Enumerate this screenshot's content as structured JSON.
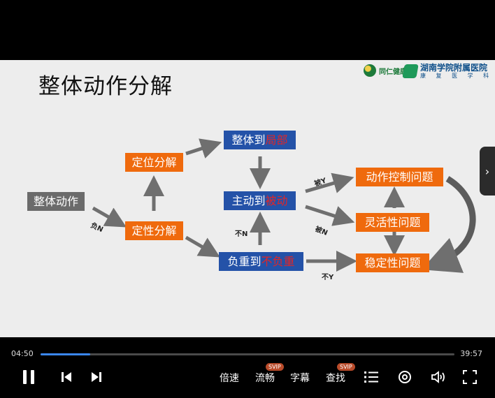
{
  "slide": {
    "title": "整体动作分解",
    "logo_left_text": "同仁健康",
    "logo_right_text": "湖南学院附属医院",
    "logo_right_sub": "康 复 医 学 科"
  },
  "diagram": {
    "overall": "整体动作",
    "positioning": "定位分解",
    "qualitative": "定性分解",
    "whole_to_part_a": "整体到",
    "whole_to_part_b": "局部",
    "active_to_passive_a": "主动到",
    "active_to_passive_b": "被动",
    "load_to_noload_a": "负重到",
    "load_to_noload_b": "不负重",
    "motor_control": "动作控制问题",
    "flexibility": "灵活性问题",
    "stability": "稳定性问题",
    "label_fuN": "负N",
    "label_buN": "不N",
    "label_beiY": "被Y",
    "label_beiN": "被N",
    "label_buY": "不Y"
  },
  "player": {
    "current_time": "04:50",
    "total_time": "39:57",
    "progress_fraction": 0.12,
    "speed": "倍速",
    "quality": "流畅",
    "subtitles": "字幕",
    "search": "查找",
    "badge_svip": "SVIP",
    "colors": {
      "progress": "#3b87f0",
      "badge": "#b94b2a"
    }
  }
}
